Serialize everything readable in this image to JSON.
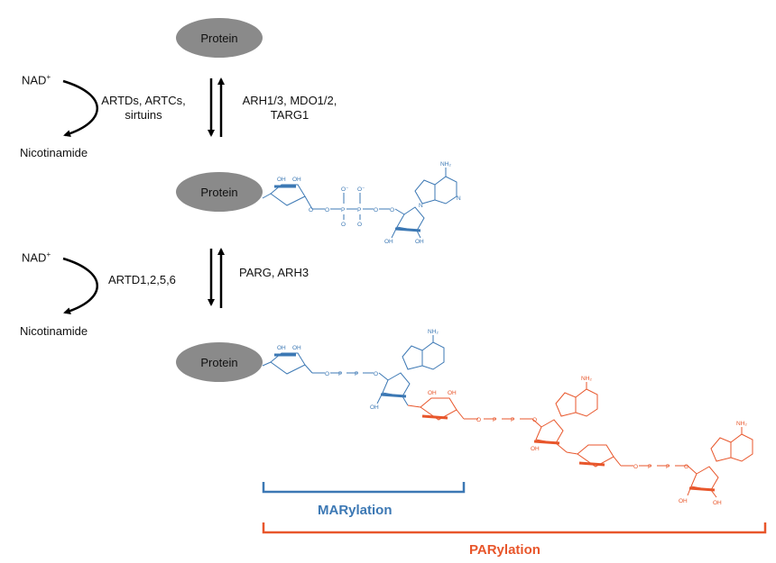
{
  "protein_label": "Protein",
  "colors": {
    "mar": "#3c78b4",
    "par": "#e8562b",
    "protein": "#8a8a8a",
    "text": "#111111"
  },
  "reaction1": {
    "substrate": "NAD",
    "substrate_sup": "+",
    "product": "Nicotinamide",
    "forward_enzymes_line1": "ARTDs, ARTCs,",
    "forward_enzymes_line2": "sirtuins",
    "reverse_enzymes_line1": "ARH1/3,  MDO1/2,",
    "reverse_enzymes_line2": "TARG1"
  },
  "reaction2": {
    "substrate": "NAD",
    "substrate_sup": "+",
    "product": "Nicotinamide",
    "forward_enzymes": "ARTD1,2,5,6",
    "reverse_enzymes": "PARG, ARH3"
  },
  "structure_labels": {
    "oh": "OH",
    "nh2": "NH₂",
    "o": "O",
    "o_minus": "O⁻",
    "p": "P",
    "n": "N"
  },
  "mar_label": "MARylation",
  "par_label": "PARylation"
}
